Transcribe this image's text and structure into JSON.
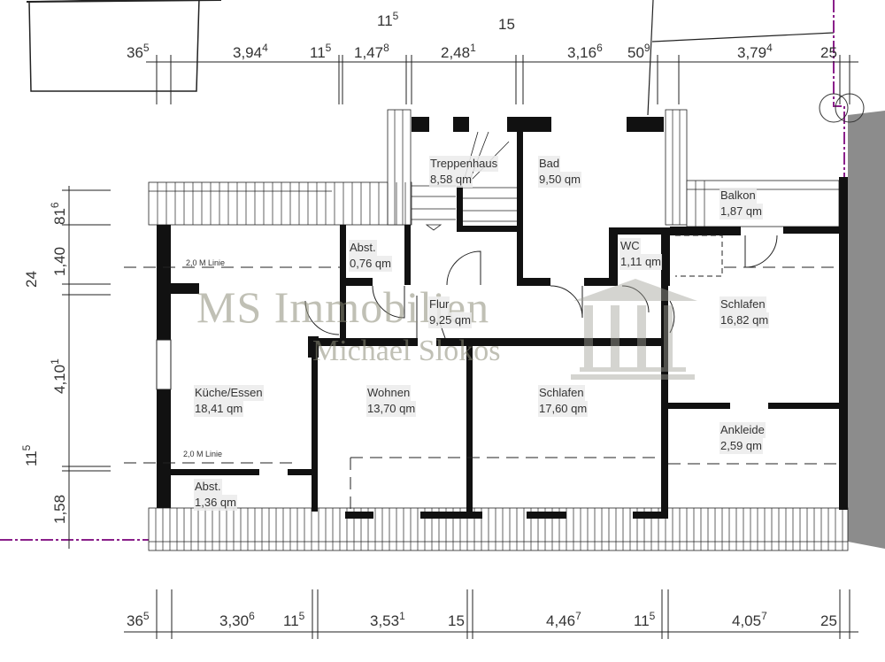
{
  "plan": {
    "top_dimensions": [
      {
        "base": "36",
        "sup": "5"
      },
      {
        "base": "3,94",
        "sup": "4"
      },
      {
        "base": "11",
        "sup": "5"
      },
      {
        "base": "1,47",
        "sup": "8"
      },
      {
        "base": "11",
        "sup": "5"
      },
      {
        "base": "2,48",
        "sup": "1"
      },
      {
        "base": "15",
        "sup": ""
      },
      {
        "base": "3,16",
        "sup": "6"
      },
      {
        "base": "50",
        "sup": "9"
      },
      {
        "base": "3,79",
        "sup": "4"
      },
      {
        "base": "25",
        "sup": ""
      }
    ],
    "bottom_dimensions": [
      {
        "base": "36",
        "sup": "5"
      },
      {
        "base": "3,30",
        "sup": "6"
      },
      {
        "base": "11",
        "sup": "5"
      },
      {
        "base": "3,53",
        "sup": "1"
      },
      {
        "base": "15",
        "sup": ""
      },
      {
        "base": "4,46",
        "sup": "7"
      },
      {
        "base": "11",
        "sup": "5"
      },
      {
        "base": "4,05",
        "sup": "7"
      },
      {
        "base": "25",
        "sup": ""
      }
    ],
    "left_dimensions": [
      {
        "base": "81",
        "sup": "6"
      },
      {
        "base": "1,40",
        "sup": ""
      },
      {
        "base": "24",
        "sup": ""
      },
      {
        "base": "4,10",
        "sup": "1"
      },
      {
        "base": "11",
        "sup": "5"
      },
      {
        "base": "1,58",
        "sup": ""
      }
    ],
    "rooms": [
      {
        "name": "Treppenhaus",
        "area": "8,58 qm"
      },
      {
        "name": "Bad",
        "area": "9,50 qm"
      },
      {
        "name": "Balkon",
        "area": "1,87 qm"
      },
      {
        "name": "Abst.",
        "area": "0,76 qm"
      },
      {
        "name": "WC",
        "area": "1,11 qm"
      },
      {
        "name": "Flur",
        "area": "9,25 qm"
      },
      {
        "name": "Schlafen",
        "area": "16,82 qm"
      },
      {
        "name": "Küche/Essen",
        "area": "18,41 qm"
      },
      {
        "name": "Wohnen",
        "area": "13,70 qm"
      },
      {
        "name": "Schlafen",
        "area": "17,60 qm"
      },
      {
        "name": "Ankleide",
        "area": "2,59 qm"
      },
      {
        "name": "Abst.",
        "area": "1,36 qm"
      }
    ],
    "notes": [
      "2,0 M Linie",
      "2,0 M Linie"
    ],
    "watermark": {
      "line1": "MS Immobilien",
      "line2": "Michael Slokos"
    },
    "colors": {
      "wall": "#111111",
      "property_line": "#8a1f8a",
      "neighbor": "#8c8c8c",
      "watermark": "#8c8c78"
    }
  }
}
